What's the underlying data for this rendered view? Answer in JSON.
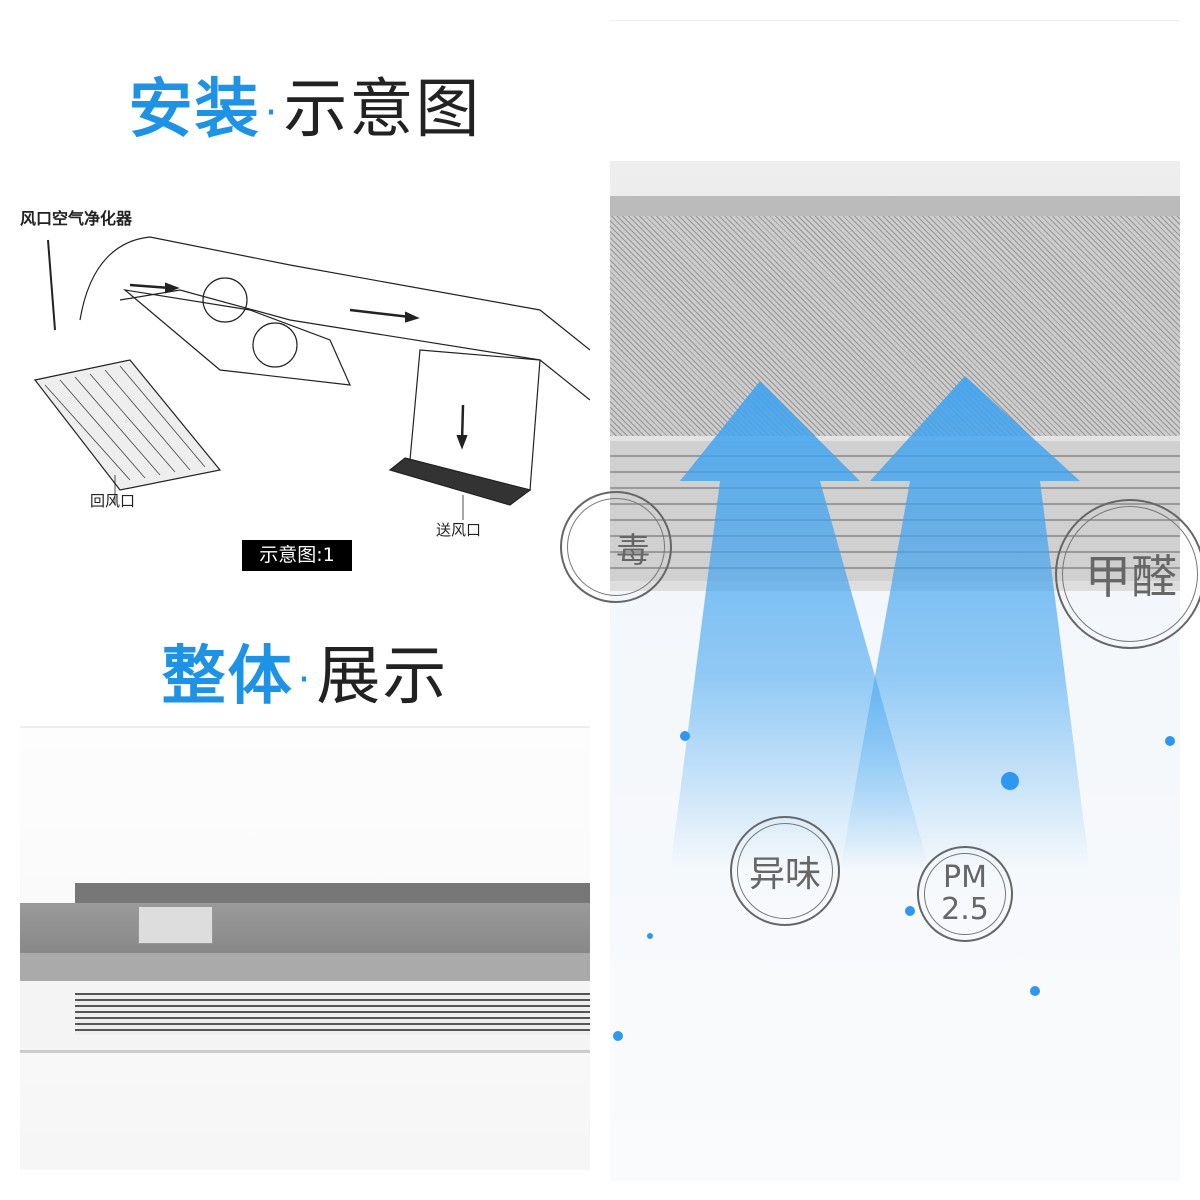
{
  "install_section": {
    "title_highlight": "安装",
    "title_rest": "示意图",
    "separator": "·",
    "diagram_labels": {
      "purifier": "风口空气净化器",
      "return_vent": "回风口",
      "supply_vent": "送风口"
    },
    "caption": "示意图:1"
  },
  "overview_section": {
    "title_highlight": "整体",
    "title_rest": "展示",
    "separator": "·"
  },
  "features": {
    "badges": [
      "毒",
      "甲醛",
      "异味",
      "PM 2.5"
    ],
    "pm_top": "PM",
    "pm_bottom": "2.5"
  },
  "colors": {
    "accent": "#1e93e6",
    "arrow_blue": "#3fa3f0"
  }
}
